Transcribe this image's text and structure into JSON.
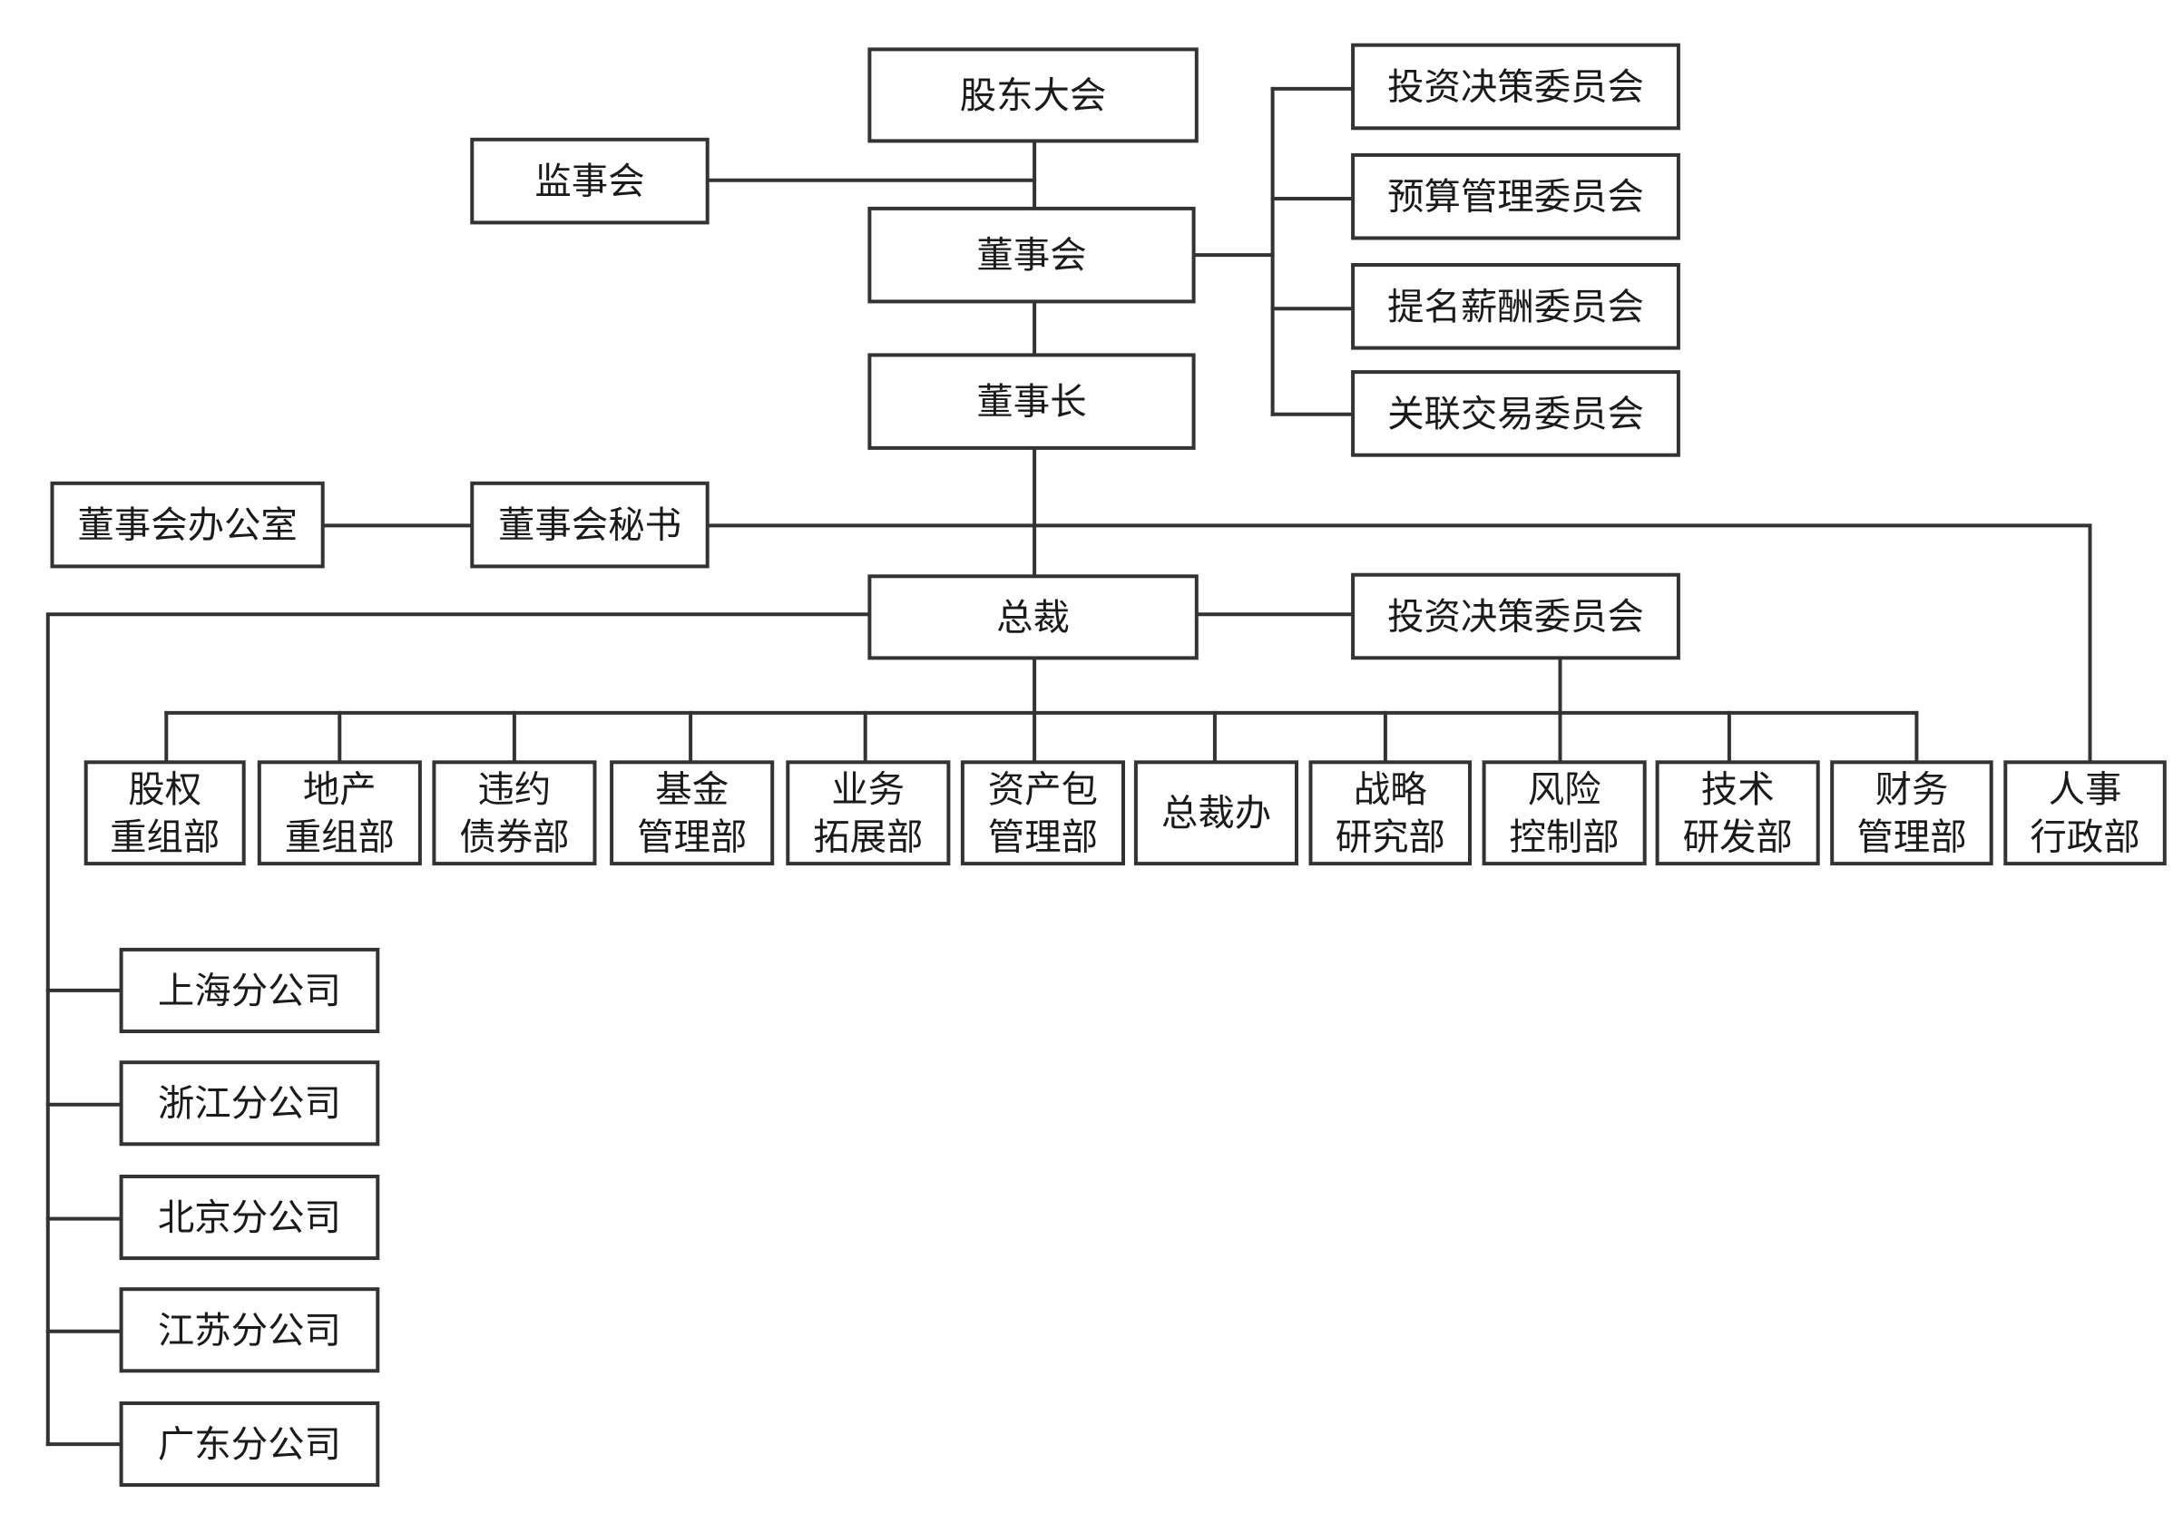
{
  "chart": {
    "nodes": {
      "shareholders_meeting": [
        "股东大会"
      ],
      "supervisory_board": [
        "监事会"
      ],
      "board_of_directors": [
        "董事会"
      ],
      "chairman": [
        "董事长"
      ],
      "investment_committee": [
        "投资决策委员会"
      ],
      "budget_committee": [
        "预算管理委员会"
      ],
      "nomination_committee": [
        "提名薪酬委员会"
      ],
      "related_party_committee": [
        "关联交易委员会"
      ],
      "board_office": [
        "董事会办公室"
      ],
      "board_secretary": [
        "董事会秘书"
      ],
      "president": [
        "总裁"
      ],
      "president_investment_committee": [
        "投资决策委员会"
      ],
      "dept_equity_restructuring": [
        "股权",
        "重组部"
      ],
      "dept_realestate_restructuring": [
        "地产",
        "重组部"
      ],
      "dept_default_bonds": [
        "违约",
        "债券部"
      ],
      "dept_fund_management": [
        "基金",
        "管理部"
      ],
      "dept_business_development": [
        "业务",
        "拓展部"
      ],
      "dept_asset_package": [
        "资产包",
        "管理部"
      ],
      "dept_president_office": [
        "总裁办"
      ],
      "dept_strategy_research": [
        "战略",
        "研究部"
      ],
      "dept_risk_control": [
        "风险",
        "控制部"
      ],
      "dept_tech_rnd": [
        "技术",
        "研发部"
      ],
      "dept_finance": [
        "财务",
        "管理部"
      ],
      "dept_hr_admin": [
        "人事",
        "行政部"
      ],
      "branch_shanghai": [
        "上海分公司"
      ],
      "branch_zhejiang": [
        "浙江分公司"
      ],
      "branch_beijing": [
        "北京分公司"
      ],
      "branch_jiangsu": [
        "江苏分公司"
      ],
      "branch_guangdong": [
        "广东分公司"
      ]
    }
  }
}
